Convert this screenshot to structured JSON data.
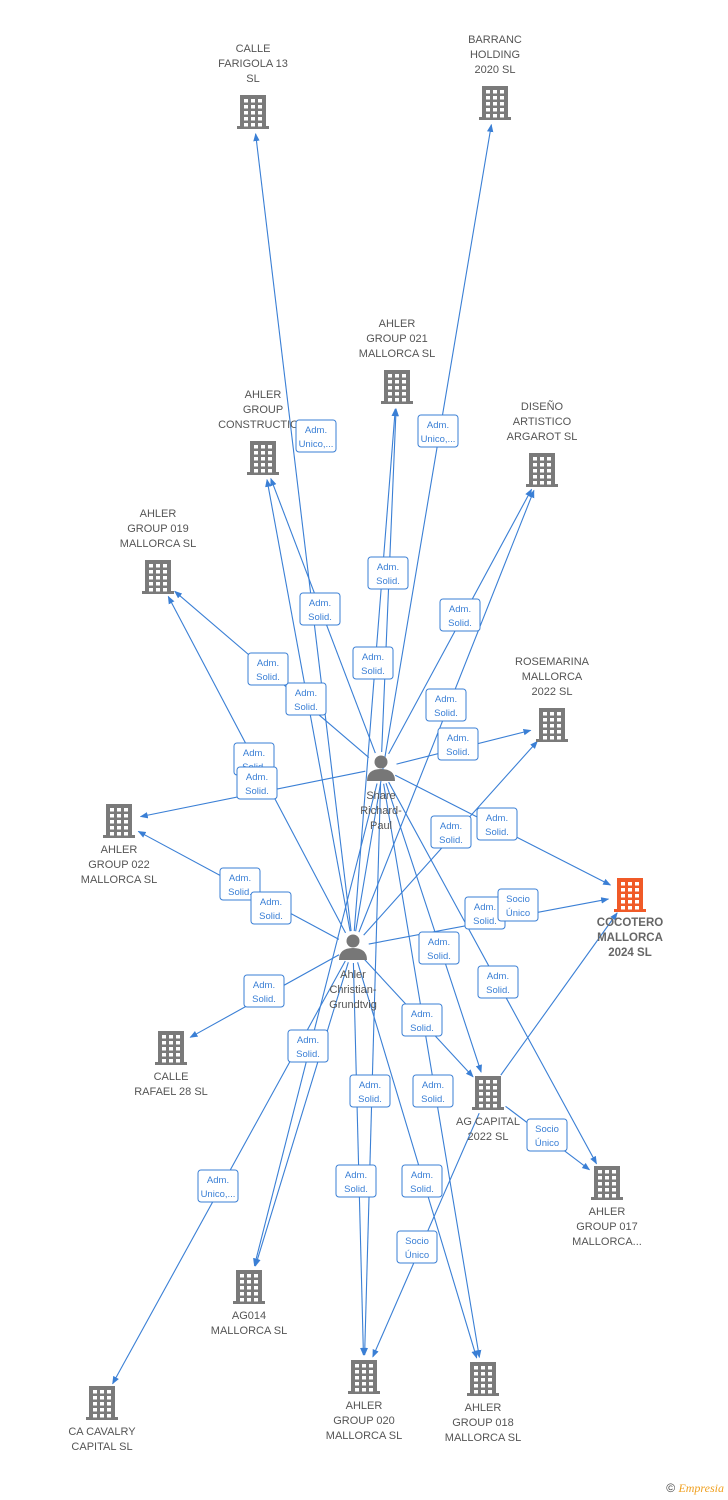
{
  "nodes": [
    {
      "id": "calle_farigola",
      "kind": "company",
      "lines": [
        "CALLE",
        "FARIGOLA 13",
        "SL"
      ]
    },
    {
      "id": "barranc",
      "kind": "company",
      "lines": [
        "BARRANC",
        "HOLDING",
        "2020  SL"
      ]
    },
    {
      "id": "ahler021",
      "kind": "company",
      "lines": [
        "AHLER",
        "GROUP 021",
        "MALLORCA  SL"
      ]
    },
    {
      "id": "ahler_construct",
      "kind": "company",
      "lines": [
        "AHLER",
        "GROUP",
        "CONSTRUCTIO..."
      ]
    },
    {
      "id": "diseno",
      "kind": "company",
      "lines": [
        "DISEÑO",
        "ARTISTICO",
        "ARGAROT  SL"
      ]
    },
    {
      "id": "ahler019",
      "kind": "company",
      "lines": [
        "AHLER",
        "GROUP 019",
        "MALLORCA  SL"
      ]
    },
    {
      "id": "rosemarina",
      "kind": "company",
      "lines": [
        "ROSEMARINA",
        "MALLORCA",
        "2022  SL"
      ]
    },
    {
      "id": "ahler022",
      "kind": "company",
      "lines": [
        "AHLER",
        "GROUP 022",
        "MALLORCA  SL"
      ]
    },
    {
      "id": "cocotero",
      "kind": "company",
      "highlight": true,
      "lines": [
        "COCOTERO",
        "MALLORCA",
        "2024  SL"
      ]
    },
    {
      "id": "calle_rafael",
      "kind": "company",
      "lines": [
        "CALLE",
        "RAFAEL 28  SL"
      ]
    },
    {
      "id": "agcapital",
      "kind": "company",
      "lines": [
        "AG CAPITAL",
        "2022  SL"
      ]
    },
    {
      "id": "ahler017",
      "kind": "company",
      "lines": [
        "AHLER",
        "GROUP 017",
        "MALLORCA..."
      ]
    },
    {
      "id": "ag014",
      "kind": "company",
      "lines": [
        "AG014",
        "MALLORCA  SL"
      ]
    },
    {
      "id": "cavalry",
      "kind": "company",
      "lines": [
        "CA CAVALRY",
        "CAPITAL  SL"
      ]
    },
    {
      "id": "ahler020",
      "kind": "company",
      "lines": [
        "AHLER",
        "GROUP 020",
        "MALLORCA  SL"
      ]
    },
    {
      "id": "ahler018",
      "kind": "company",
      "lines": [
        "AHLER",
        "GROUP 018",
        "MALLORCA  SL"
      ]
    },
    {
      "id": "share",
      "kind": "person",
      "lines": [
        "Share",
        "Richard-",
        "Paul"
      ]
    },
    {
      "id": "christian",
      "kind": "person",
      "lines": [
        "Ahler",
        "Christian-",
        "Grundtvig"
      ]
    }
  ],
  "edges": [
    {
      "from": "christian",
      "to": "calle_farigola",
      "label": [
        "Adm.",
        "Unico,..."
      ]
    },
    {
      "from": "christian",
      "to": "barranc",
      "label": [
        "Adm.",
        "Unico,..."
      ]
    },
    {
      "from": "share",
      "to": "ahler021",
      "label": [
        "Adm.",
        "Solid."
      ]
    },
    {
      "from": "christian",
      "to": "ahler021",
      "label": [
        "Adm.",
        "Solid."
      ]
    },
    {
      "from": "share",
      "to": "ahler_construct",
      "label": [
        "Adm.",
        "Solid."
      ]
    },
    {
      "from": "christian",
      "to": "ahler_construct",
      "label": [
        "Adm.",
        "Solid."
      ]
    },
    {
      "from": "share",
      "to": "diseno",
      "label": [
        "Adm.",
        "Solid."
      ]
    },
    {
      "from": "christian",
      "to": "diseno",
      "label": [
        "Adm.",
        "Solid."
      ]
    },
    {
      "from": "share",
      "to": "ahler019",
      "label": [
        "Adm.",
        "Solid."
      ]
    },
    {
      "from": "christian",
      "to": "ahler019",
      "label": [
        "Adm.",
        "Solid."
      ]
    },
    {
      "from": "share",
      "to": "rosemarina",
      "label": [
        "Adm.",
        "Solid."
      ]
    },
    {
      "from": "christian",
      "to": "rosemarina",
      "label": [
        "Adm.",
        "Solid."
      ]
    },
    {
      "from": "share",
      "to": "ahler022",
      "label": [
        "Adm.",
        "Solid."
      ]
    },
    {
      "from": "christian",
      "to": "ahler022",
      "label": [
        "Adm.",
        "Solid."
      ]
    },
    {
      "from": "share",
      "to": "cocotero",
      "label": [
        "Adm.",
        "Solid."
      ]
    },
    {
      "from": "christian",
      "to": "cocotero",
      "label": [
        "Adm.",
        "Solid."
      ]
    },
    {
      "from": "agcapital",
      "to": "cocotero",
      "label": [
        "Socio",
        "Único"
      ]
    },
    {
      "from": "christian",
      "to": "calle_rafael",
      "label": [
        "Adm.",
        "Solid."
      ]
    },
    {
      "from": "share",
      "to": "agcapital",
      "label": [
        "Adm.",
        "Solid."
      ]
    },
    {
      "from": "christian",
      "to": "agcapital",
      "label": [
        "Adm.",
        "Solid."
      ]
    },
    {
      "from": "share",
      "to": "ahler017",
      "label": [
        "Adm.",
        "Solid."
      ]
    },
    {
      "from": "agcapital",
      "to": "ahler017",
      "label": [
        "Socio",
        "Único"
      ]
    },
    {
      "from": "share",
      "to": "ag014",
      "label": [
        "Adm.",
        "Solid."
      ]
    },
    {
      "from": "christian",
      "to": "ag014",
      "label": [
        "Adm.",
        "Solid."
      ]
    },
    {
      "from": "christian",
      "to": "cavalry",
      "label": [
        "Adm.",
        "Unico,..."
      ]
    },
    {
      "from": "share",
      "to": "ahler020",
      "label": [
        "Adm.",
        "Solid."
      ]
    },
    {
      "from": "christian",
      "to": "ahler020",
      "label": [
        "Adm.",
        "Solid."
      ]
    },
    {
      "from": "agcapital",
      "to": "ahler020",
      "label": [
        "Socio",
        "Único"
      ]
    },
    {
      "from": "share",
      "to": "ahler018",
      "label": [
        "Adm.",
        "Solid."
      ]
    },
    {
      "from": "christian",
      "to": "ahler018",
      "label": [
        "Adm.",
        "Solid."
      ]
    }
  ],
  "footer": {
    "copyright": "©",
    "brand": "Empresia"
  },
  "colors": {
    "edge": "#3a7fd5",
    "building": "#7a7a7a",
    "highlight": "#f05a28",
    "person": "#777777"
  }
}
